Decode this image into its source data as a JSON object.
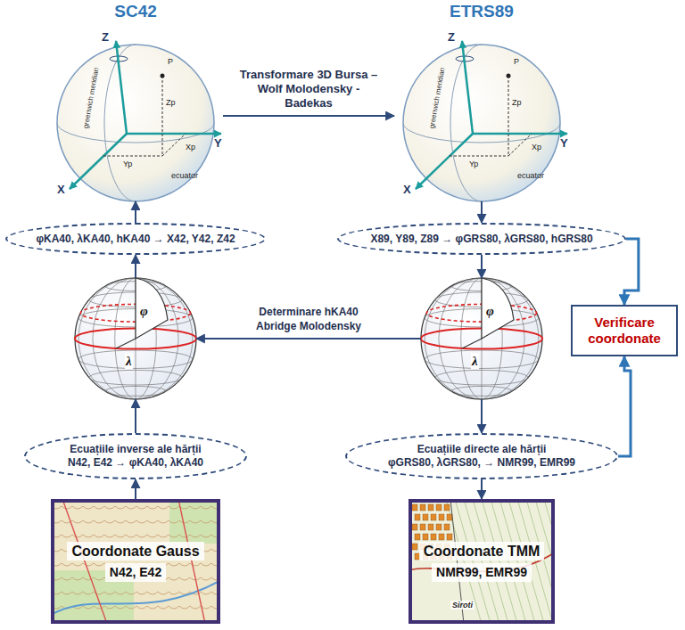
{
  "diagram": {
    "nodes": [
      {
        "text": [
          "SC42"
        ]
      },
      {
        "text": [
          "ETRS89"
        ]
      },
      {
        "text": [
          "φKA40, λKA40, hKA40 → X42, Y42, Z42"
        ]
      },
      {
        "text": [
          "X89, Y89, Z89 → φGRS80, λGRS80, hGRS80"
        ]
      },
      {
        "text": [
          "λ",
          "φ"
        ]
      },
      {
        "text": [
          "λ",
          "φ"
        ]
      },
      {
        "text": [
          "Verificare coordonate"
        ]
      },
      {
        "text": [
          "Ecuațiile inverse ale hărții",
          "N42, E42 → φKA40, λKA40"
        ]
      },
      {
        "text": [
          "Ecuațiile directe ale hărții",
          "φGRS80, λGRS80, → NMR99, EMR99"
        ]
      },
      {
        "text": [
          "Coordonate Gauss",
          "N42, E42"
        ]
      },
      {
        "text": [
          "Coordonate TMM",
          "NMR99, EMR99"
        ]
      }
    ],
    "edges": [
      {
        "from": 0,
        "to": 1,
        "arrow": "to",
        "label": "Transformare 3D Bursa – Wolf Molodensky - Badekas"
      },
      {
        "from": 2,
        "to": 0,
        "arrow": "to"
      },
      {
        "from": 4,
        "to": 2,
        "arrow": "to"
      },
      {
        "from": 7,
        "to": 4,
        "arrow": "to"
      },
      {
        "from": 9,
        "to": 7,
        "arrow": "to"
      },
      {
        "from": 1,
        "to": 3,
        "arrow": "to"
      },
      {
        "from": 3,
        "to": 5,
        "arrow": "to"
      },
      {
        "from": 5,
        "to": 8,
        "arrow": "to"
      },
      {
        "from": 8,
        "to": 10,
        "arrow": "to"
      },
      {
        "from": 5,
        "to": 4,
        "arrow": "to",
        "label": "Determinare hKA40 Abridge Molodensky"
      },
      {
        "from": 3,
        "to": 6,
        "arrow": "to"
      },
      {
        "from": 8,
        "to": 6,
        "arrow": "to"
      }
    ],
    "labels": [
      "Z",
      "Y",
      "X",
      "P",
      "Zp",
      "Xp",
      "Yp",
      "greenwich meridian",
      "ecuator",
      "Z",
      "Y",
      "X",
      "P",
      "Zp",
      "Xp",
      "Yp",
      "greenwich meridian",
      "ecuator",
      "Siroti"
    ]
  }
}
